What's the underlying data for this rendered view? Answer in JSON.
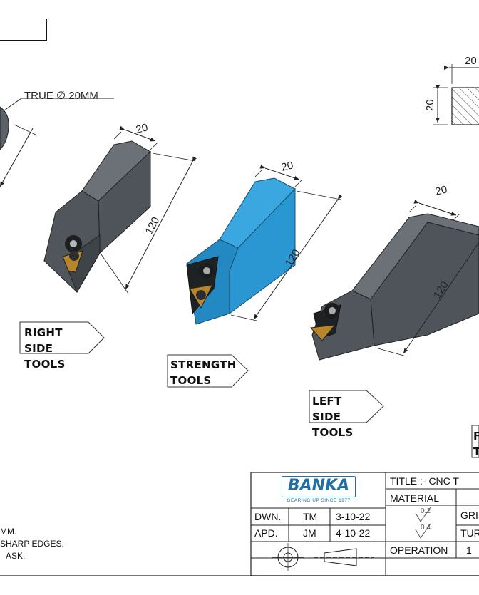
{
  "annotations": {
    "true_dia": "TRUE ∅ 20MM",
    "dim_width": "20",
    "dim_length": "120"
  },
  "section_view": {
    "dim_top": "20",
    "dim_side": "20"
  },
  "tool_groups": [
    {
      "line1": "RIGHT SIDE",
      "line2": "TOOLS"
    },
    {
      "line1": "STRENGTH",
      "line2": "TOOLS"
    },
    {
      "line1": "LEFT SIDE",
      "line2": "TOOLS"
    }
  ],
  "partial_tag": {
    "line1": "F",
    "line2": "T"
  },
  "title_block": {
    "logo": "BANKA",
    "tagline": "GEARING UP SINCE 1977",
    "title": "TITLE :-  CNC T",
    "material_label": "MATERIAL",
    "rows": [
      {
        "role": "DWN.",
        "initials": "TM",
        "date": "3-10-22",
        "roughness": "0.2",
        "process": "GRI"
      },
      {
        "role": "APD.",
        "initials": "JM",
        "date": "4-10-22",
        "roughness": "0.4",
        "process": "TUR"
      }
    ],
    "operation_label": "OPERATION",
    "operation_value": "1"
  },
  "notes": [
    "MM.",
    "SHARP EDGES.",
    "ASK."
  ],
  "colors": {
    "tool_gray": "#5b6166",
    "tool_blue": "#2a97d2",
    "insert_gold": "#b8862a"
  }
}
